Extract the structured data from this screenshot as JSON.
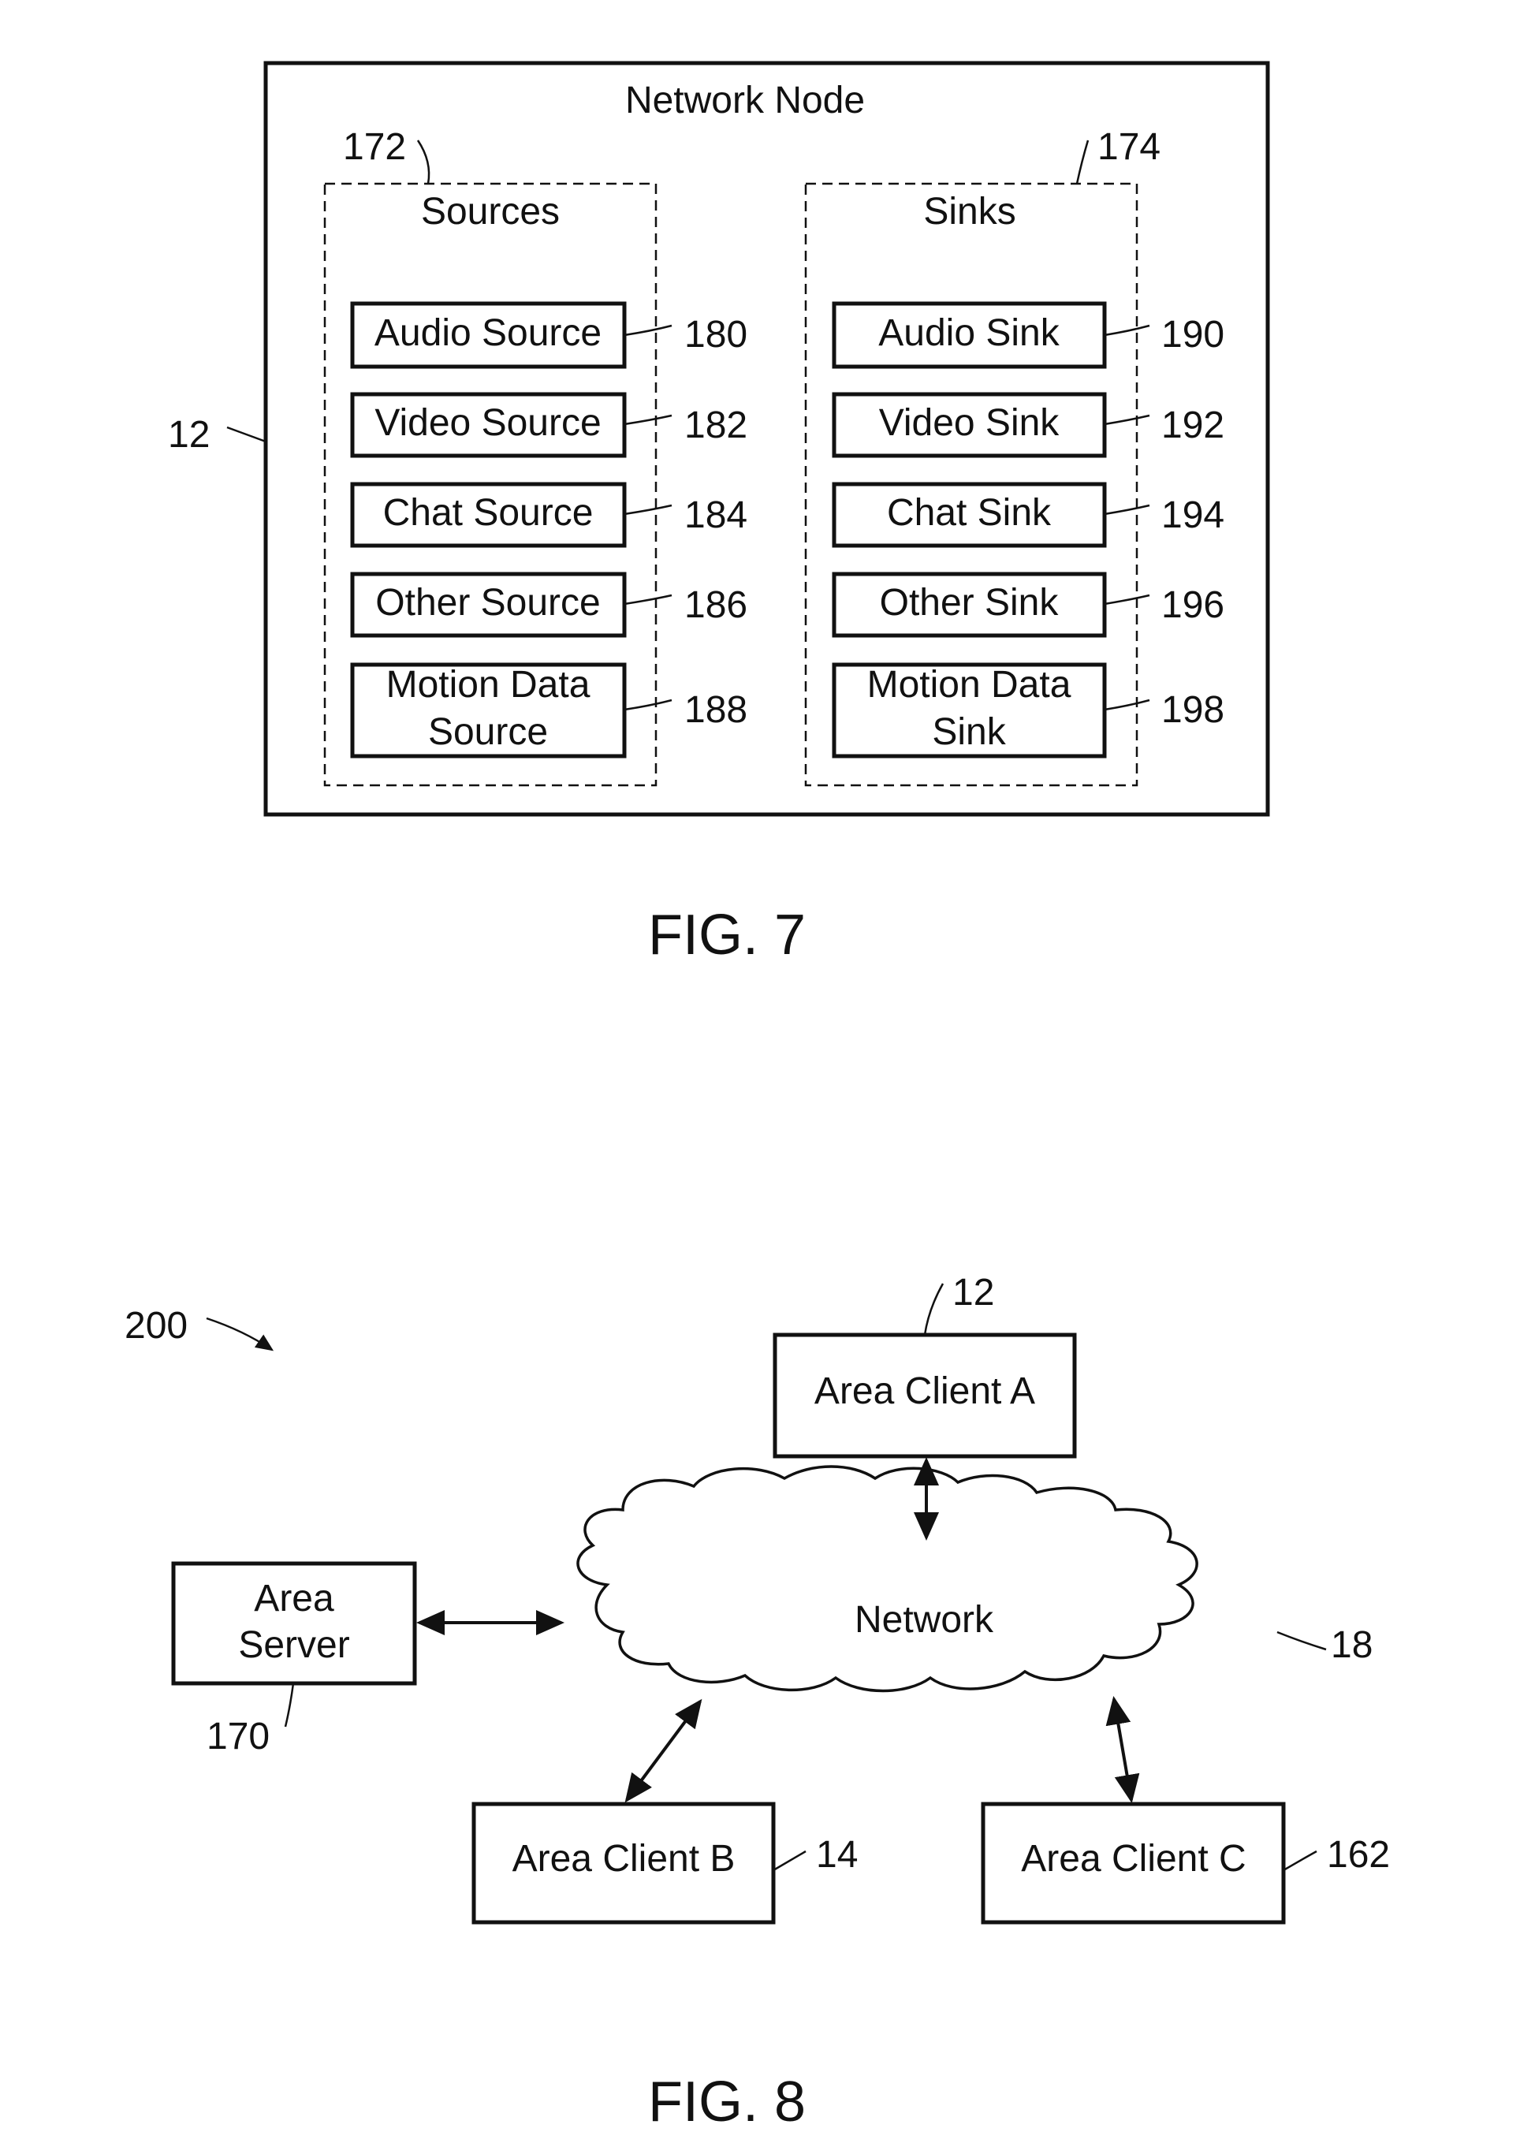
{
  "fig7": {
    "caption": "FIG. 7",
    "node_title": "Network Node",
    "node_ref": "12",
    "sources": {
      "title": "Sources",
      "ref": "172",
      "items": [
        {
          "lines": [
            "Audio Source"
          ],
          "ref": "180"
        },
        {
          "lines": [
            "Video Source"
          ],
          "ref": "182"
        },
        {
          "lines": [
            "Chat Source"
          ],
          "ref": "184"
        },
        {
          "lines": [
            "Other Source"
          ],
          "ref": "186"
        },
        {
          "lines": [
            "Motion Data",
            "Source"
          ],
          "ref": "188"
        }
      ]
    },
    "sinks": {
      "title": "Sinks",
      "ref": "174",
      "items": [
        {
          "lines": [
            "Audio Sink"
          ],
          "ref": "190"
        },
        {
          "lines": [
            "Video Sink"
          ],
          "ref": "192"
        },
        {
          "lines": [
            "Chat Sink"
          ],
          "ref": "194"
        },
        {
          "lines": [
            "Other Sink"
          ],
          "ref": "196"
        },
        {
          "lines": [
            "Motion Data",
            "Sink"
          ],
          "ref": "198"
        }
      ]
    }
  },
  "fig8": {
    "caption": "FIG. 8",
    "system_ref": "200",
    "network": {
      "label": "Network",
      "ref": "18"
    },
    "area_server": {
      "lines": [
        "Area",
        "Server"
      ],
      "ref": "170"
    },
    "client_a": {
      "label": "Area Client A",
      "ref": "12"
    },
    "client_b": {
      "label": "Area Client B",
      "ref": "14"
    },
    "client_c": {
      "label": "Area Client C",
      "ref": "162"
    }
  }
}
